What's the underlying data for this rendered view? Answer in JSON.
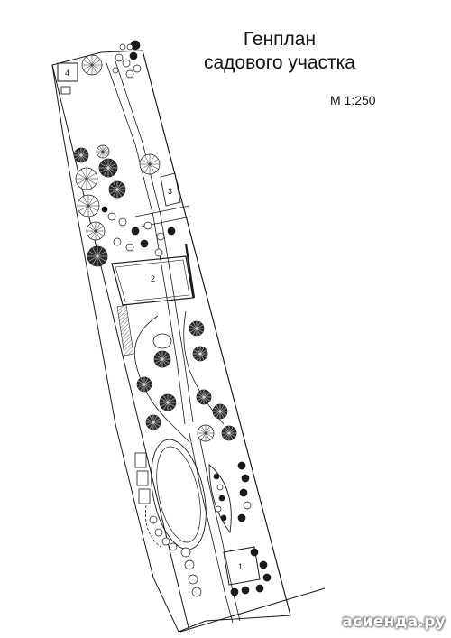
{
  "title": {
    "line1": "Генплан",
    "line2": "садового участка"
  },
  "scale": "М 1:250",
  "labels": {
    "building_1": "1",
    "building_2": "2",
    "building_3": "3",
    "building_4": "4"
  },
  "watermark": "асиенда.ру",
  "colors": {
    "line": "#1a1a1a",
    "background": "#ffffff",
    "hatch": "#555555"
  }
}
